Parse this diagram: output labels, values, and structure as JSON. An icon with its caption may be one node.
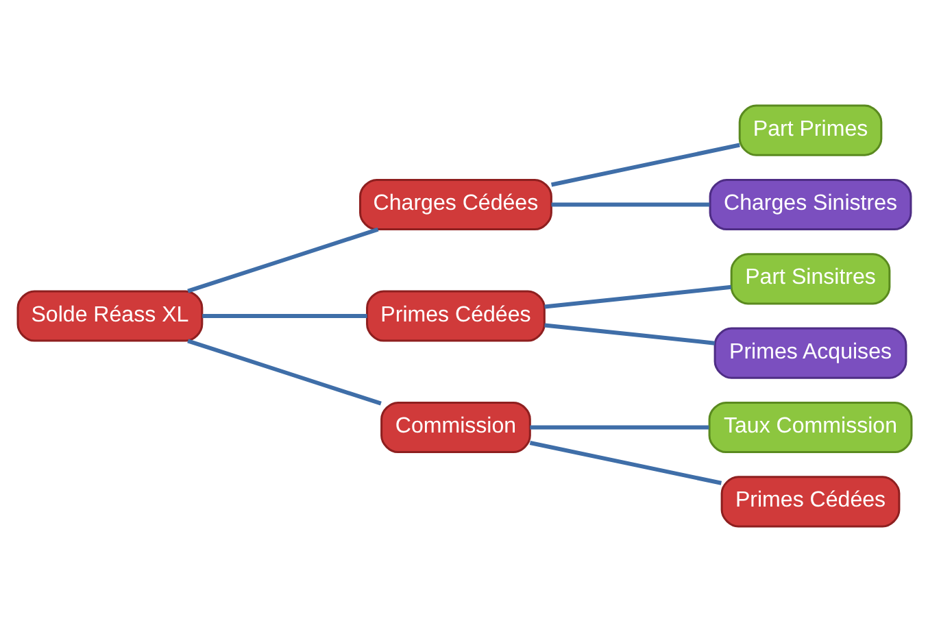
{
  "diagram": {
    "nodes": [
      {
        "text": [
          "Solde Réass XL"
        ]
      },
      {
        "text": [
          "Charges Cédées"
        ]
      },
      {
        "text": [
          "Primes Cédées"
        ]
      },
      {
        "text": [
          "Commission"
        ]
      },
      {
        "text": [
          "Part Primes"
        ]
      },
      {
        "text": [
          "Charges Sinistres"
        ]
      },
      {
        "text": [
          "Part Sinsitres"
        ]
      },
      {
        "text": [
          "Primes Acquises"
        ]
      },
      {
        "text": [
          "Taux Commission"
        ]
      },
      {
        "text": [
          "Primes Cédées"
        ]
      }
    ],
    "edges": [
      {
        "from": 0,
        "to": 1,
        "arrow": "none"
      },
      {
        "from": 0,
        "to": 2,
        "arrow": "none"
      },
      {
        "from": 0,
        "to": 3,
        "arrow": "none"
      },
      {
        "from": 1,
        "to": 4,
        "arrow": "none"
      },
      {
        "from": 1,
        "to": 5,
        "arrow": "none"
      },
      {
        "from": 2,
        "to": 6,
        "arrow": "none"
      },
      {
        "from": 2,
        "to": 7,
        "arrow": "none"
      },
      {
        "from": 3,
        "to": 8,
        "arrow": "none"
      },
      {
        "from": 3,
        "to": 9,
        "arrow": "none"
      }
    ]
  }
}
